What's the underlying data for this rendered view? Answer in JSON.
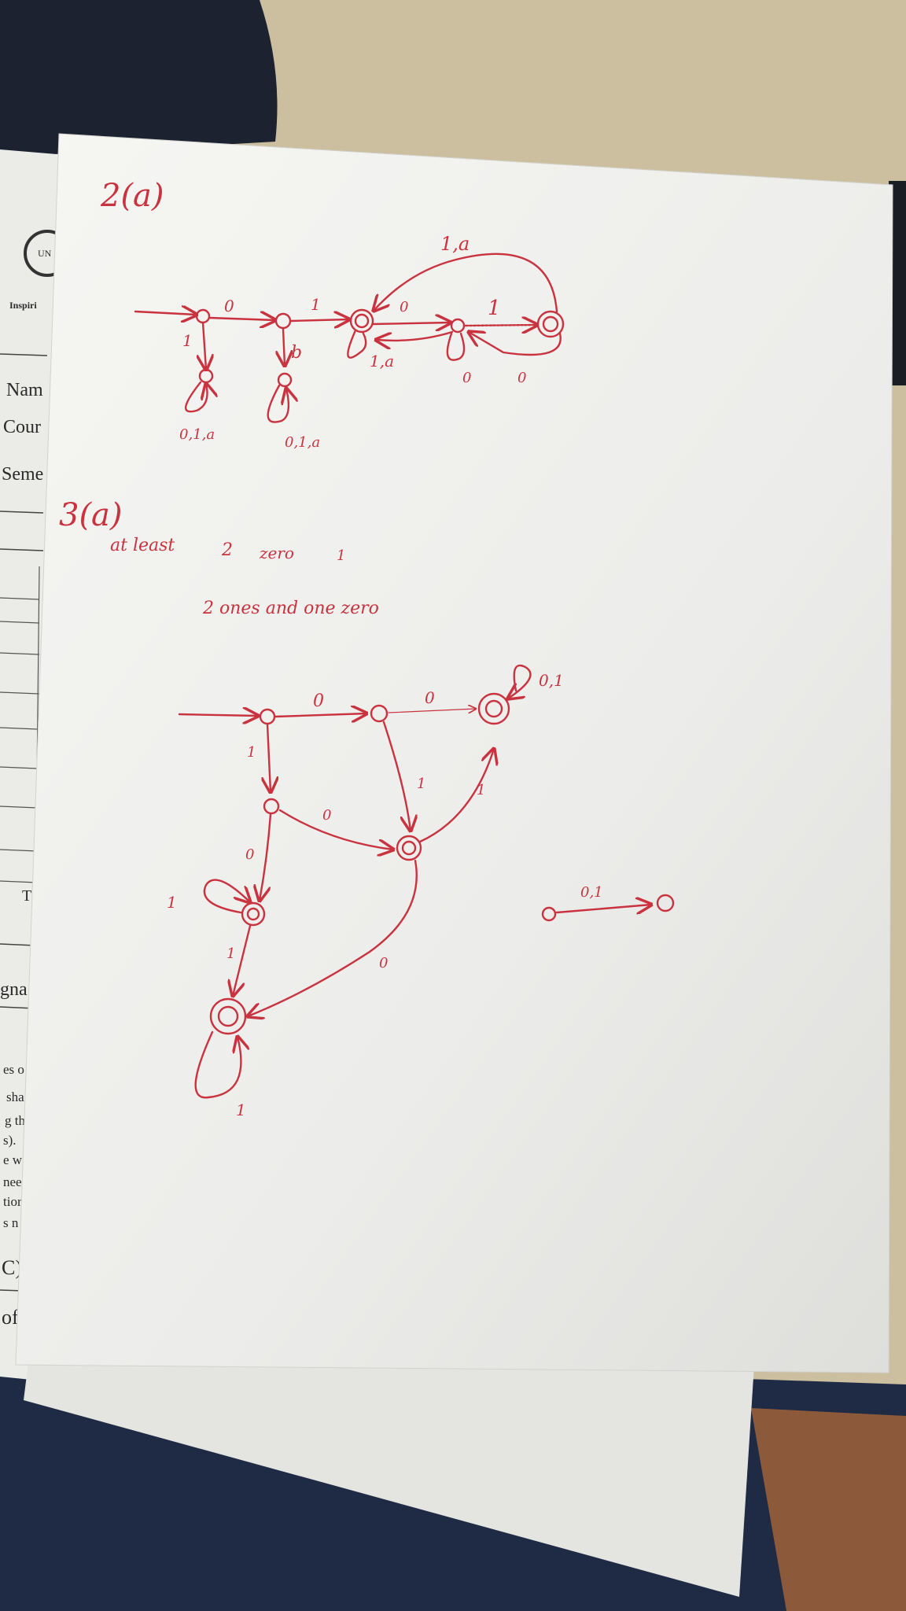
{
  "photo": {
    "background_sheet": {
      "text_fragments": [
        "Inspiri",
        "UN",
        "Nam",
        "Cour",
        "Seme",
        "T",
        "gna",
        "es o",
        "sha",
        "g th",
        "s).",
        "e w",
        "nee",
        "tior",
        "s n",
        "C).",
        "of"
      ]
    },
    "notes": {
      "ink_color": "#c9333f",
      "q2": {
        "heading": "2(a)",
        "labels": [
          "0",
          "1",
          "0",
          "1",
          "1,a",
          "1",
          "b",
          "1,a",
          "0",
          "0",
          "0,1,a",
          "0,1,a"
        ]
      },
      "q3": {
        "heading": "3(a)",
        "line1": [
          "at least",
          "2",
          "zero",
          "1"
        ],
        "line2": "2 ones and one zero",
        "labels": [
          "0",
          "0",
          "0,1",
          "1",
          "0",
          "1",
          "1",
          "0",
          "1",
          "1",
          "0",
          "1",
          "0,1"
        ],
        "side_example": "0,1"
      }
    }
  }
}
